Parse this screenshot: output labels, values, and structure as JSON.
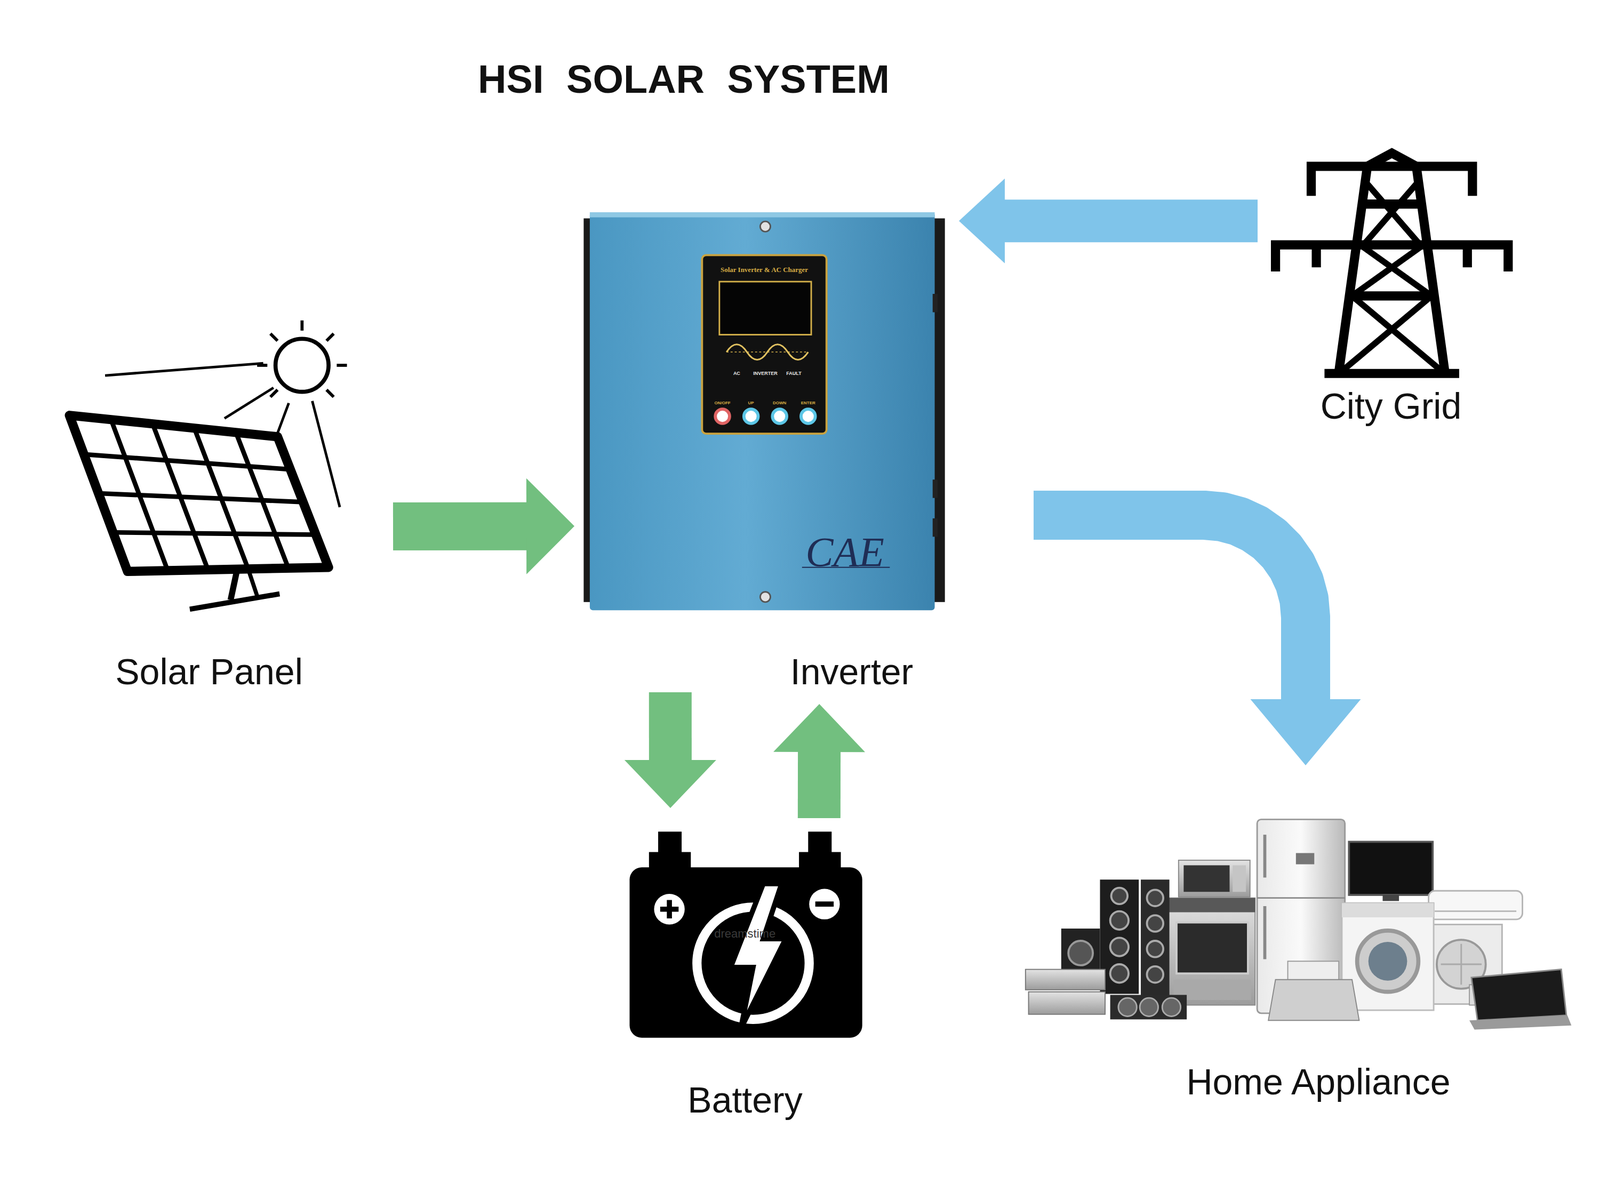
{
  "diagram": {
    "title": "HSI SOLAR SYSTEM",
    "nodes": [
      {
        "text": [
          "Solar Panel"
        ]
      },
      {
        "text": [
          "Inverter"
        ]
      },
      {
        "text": [
          "City Grid"
        ]
      },
      {
        "text": [
          "Battery"
        ]
      },
      {
        "text": [
          "Home Appliance"
        ]
      }
    ],
    "edges": [
      {
        "from": 0,
        "to": 1,
        "arrow": "to"
      },
      {
        "from": 2,
        "to": 1,
        "arrow": "to"
      },
      {
        "from": 1,
        "to": 3,
        "arrow": "to"
      },
      {
        "from": 3,
        "to": 1,
        "arrow": "to"
      },
      {
        "from": 1,
        "to": 4,
        "arrow": "to"
      }
    ],
    "labels": [
      "Solar Inverter & AC Charger",
      "AC",
      "INVERTER",
      "FAULT",
      "ON/OFF",
      "UP",
      "DOWN",
      "ENTER",
      "CAE",
      "dreamstime"
    ]
  }
}
